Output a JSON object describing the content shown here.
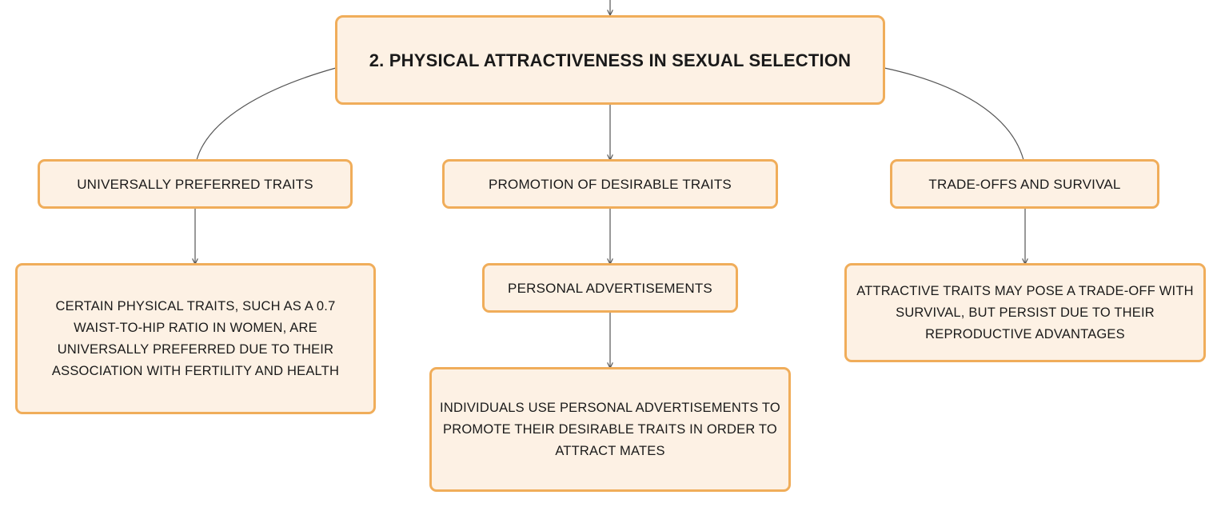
{
  "diagram": {
    "root": {
      "label": "2. PHYSICAL ATTRACTIVENESS IN SEXUAL SELECTION"
    },
    "branches": [
      {
        "label": "UNIVERSALLY PREFERRED TRAITS",
        "detail": "CERTAIN PHYSICAL TRAITS, SUCH AS A 0.7 WAIST-TO-HIP RATIO IN WOMEN, ARE UNIVERSALLY PREFERRED DUE TO THEIR ASSOCIATION WITH FERTILITY AND HEALTH"
      },
      {
        "label": "PROMOTION OF DESIRABLE TRAITS",
        "sub": "PERSONAL ADVERTISEMENTS",
        "detail": "INDIVIDUALS USE PERSONAL ADVERTISEMENTS TO PROMOTE THEIR DESIRABLE TRAITS IN ORDER TO ATTRACT MATES"
      },
      {
        "label": "TRADE-OFFS AND SURVIVAL",
        "detail": "ATTRACTIVE TRAITS MAY POSE A TRADE-OFF WITH SURVIVAL, BUT PERSIST DUE TO THEIR REPRODUCTIVE ADVANTAGES"
      }
    ]
  },
  "colors": {
    "node_fill": "#fdf1e4",
    "node_border": "#f0ad5a",
    "connector": "#555555"
  }
}
